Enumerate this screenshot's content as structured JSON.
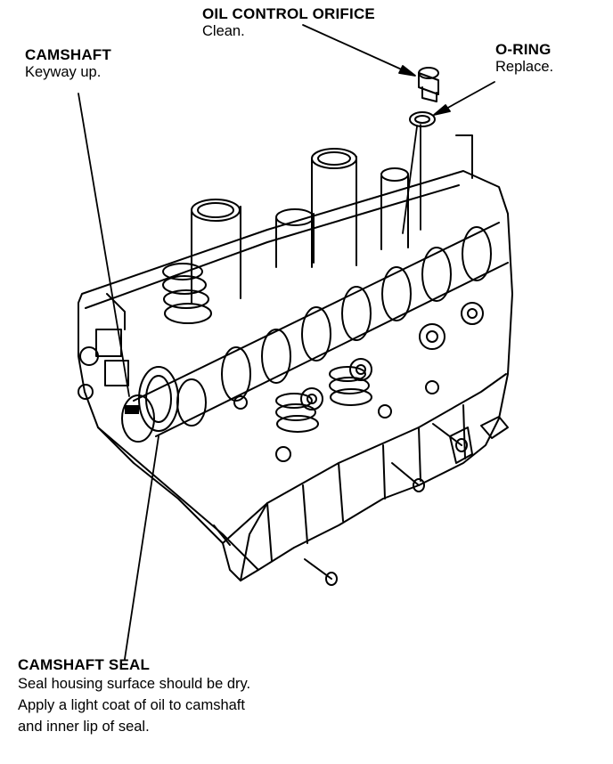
{
  "callouts": {
    "oil_control_orifice": {
      "title": "OIL CONTROL ORIFICE",
      "note": "Clean."
    },
    "o_ring": {
      "title": "O-RING",
      "note": "Replace."
    },
    "camshaft": {
      "title": "CAMSHAFT",
      "note": "Keyway up."
    },
    "camshaft_seal": {
      "title": "CAMSHAFT SEAL",
      "note_lines": [
        "Seal housing surface should be dry.",
        "Apply a light coat of oil to camshaft",
        "and inner lip of seal."
      ]
    }
  },
  "colors": {
    "ink": "#000000",
    "paper": "#ffffff"
  }
}
